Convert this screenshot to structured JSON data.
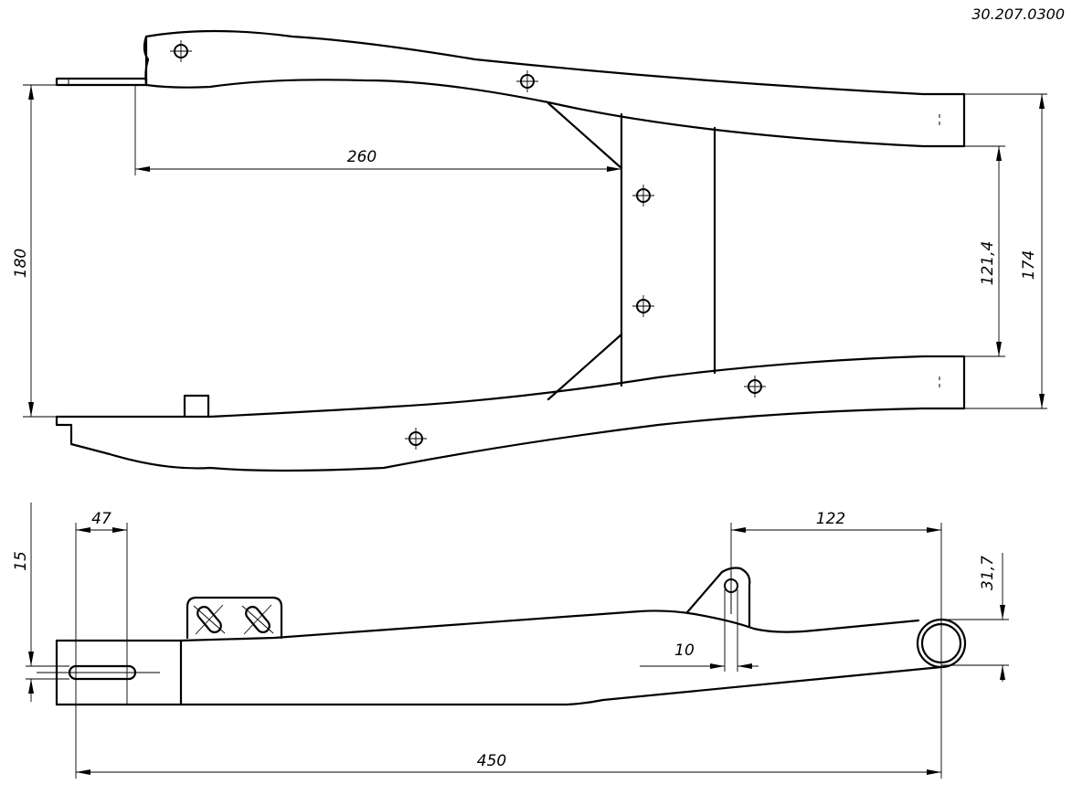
{
  "drawing": {
    "document_number": "30.207.0300",
    "dimensions": {
      "top_view_length": "260",
      "top_view_height": "180",
      "top_view_inner_gap": "121,4",
      "top_view_outer_width": "174",
      "side_view_slot_offset": "47",
      "side_view_slot_height": "15",
      "side_view_pivot_to_end": "122",
      "side_view_ear_offset": "10",
      "side_view_tube_height": "31,7",
      "side_view_overall_length": "450"
    }
  }
}
